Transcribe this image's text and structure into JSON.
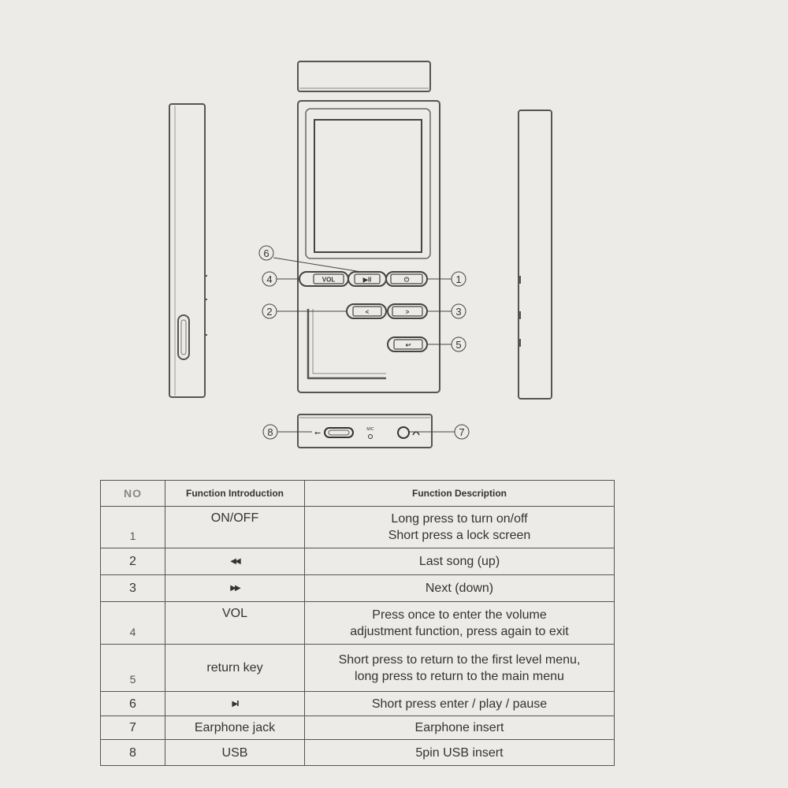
{
  "diagram": {
    "callouts": [
      "①",
      "②",
      "③",
      "④",
      "⑤",
      "⑥",
      "⑦",
      "⑧"
    ],
    "button_labels": {
      "vol": "VOL",
      "play_pause": "▶II",
      "power": "⏻",
      "prev": "<",
      "next": ">",
      "return": "↩"
    },
    "bottom_port_labels": {
      "usb_symbol": "⭠",
      "mic": "MIC"
    }
  },
  "table": {
    "headers": {
      "no": "NO",
      "function_introduction": "Function Introduction",
      "function_description": "Function Description"
    },
    "rows": [
      {
        "no": "1",
        "function": "ON/OFF",
        "description": [
          "Long press to turn on/off",
          "Short press a lock screen"
        ]
      },
      {
        "no": "2",
        "function": "◀◀",
        "description": [
          "Last song (up)"
        ]
      },
      {
        "no": "3",
        "function": "▶▶",
        "description": [
          "Next (down)"
        ]
      },
      {
        "no": "4",
        "function": "VOL",
        "description": [
          "Press once to enter the volume",
          "adjustment function, press again to exit"
        ]
      },
      {
        "no": "5",
        "function": "return key",
        "description": [
          "Short press to return to the first level menu,",
          "long press to return to the main menu"
        ]
      },
      {
        "no": "6",
        "function": "▶II",
        "description": [
          "Short press enter / play / pause"
        ]
      },
      {
        "no": "7",
        "function": "Earphone jack",
        "description": [
          "Earphone insert"
        ]
      },
      {
        "no": "8",
        "function": "USB",
        "description": [
          "5pin USB insert"
        ]
      }
    ]
  }
}
